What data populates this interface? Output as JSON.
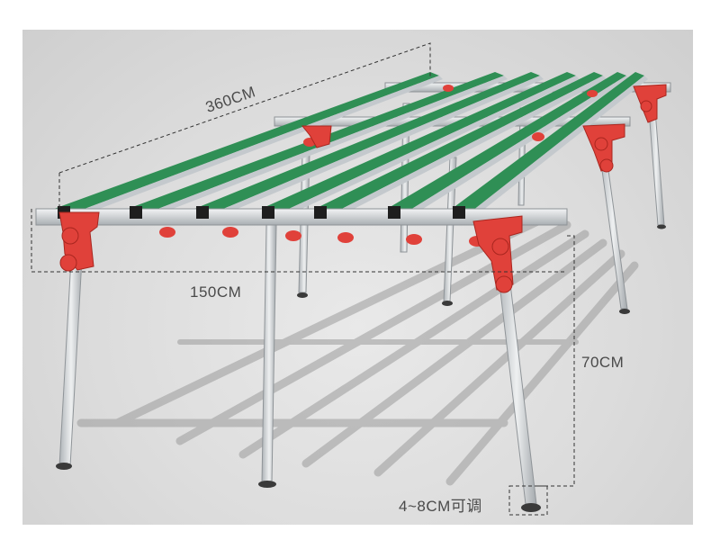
{
  "image": {
    "subject": "Folding aluminum work table with green rails and red clamps",
    "colors": {
      "background": "#dcdcdc",
      "rail_green": "#2f8f55",
      "rail_silver": "#c9ced2",
      "clamp_red": "#e0413a",
      "leg_silver": "#cfd3d6",
      "shadow": "#9a9a9a",
      "dash_line": "#333333"
    }
  },
  "dimensions": {
    "length": "360CM",
    "width": "150CM",
    "height": "70CM",
    "foot_adjust": "4~8CM可调"
  }
}
